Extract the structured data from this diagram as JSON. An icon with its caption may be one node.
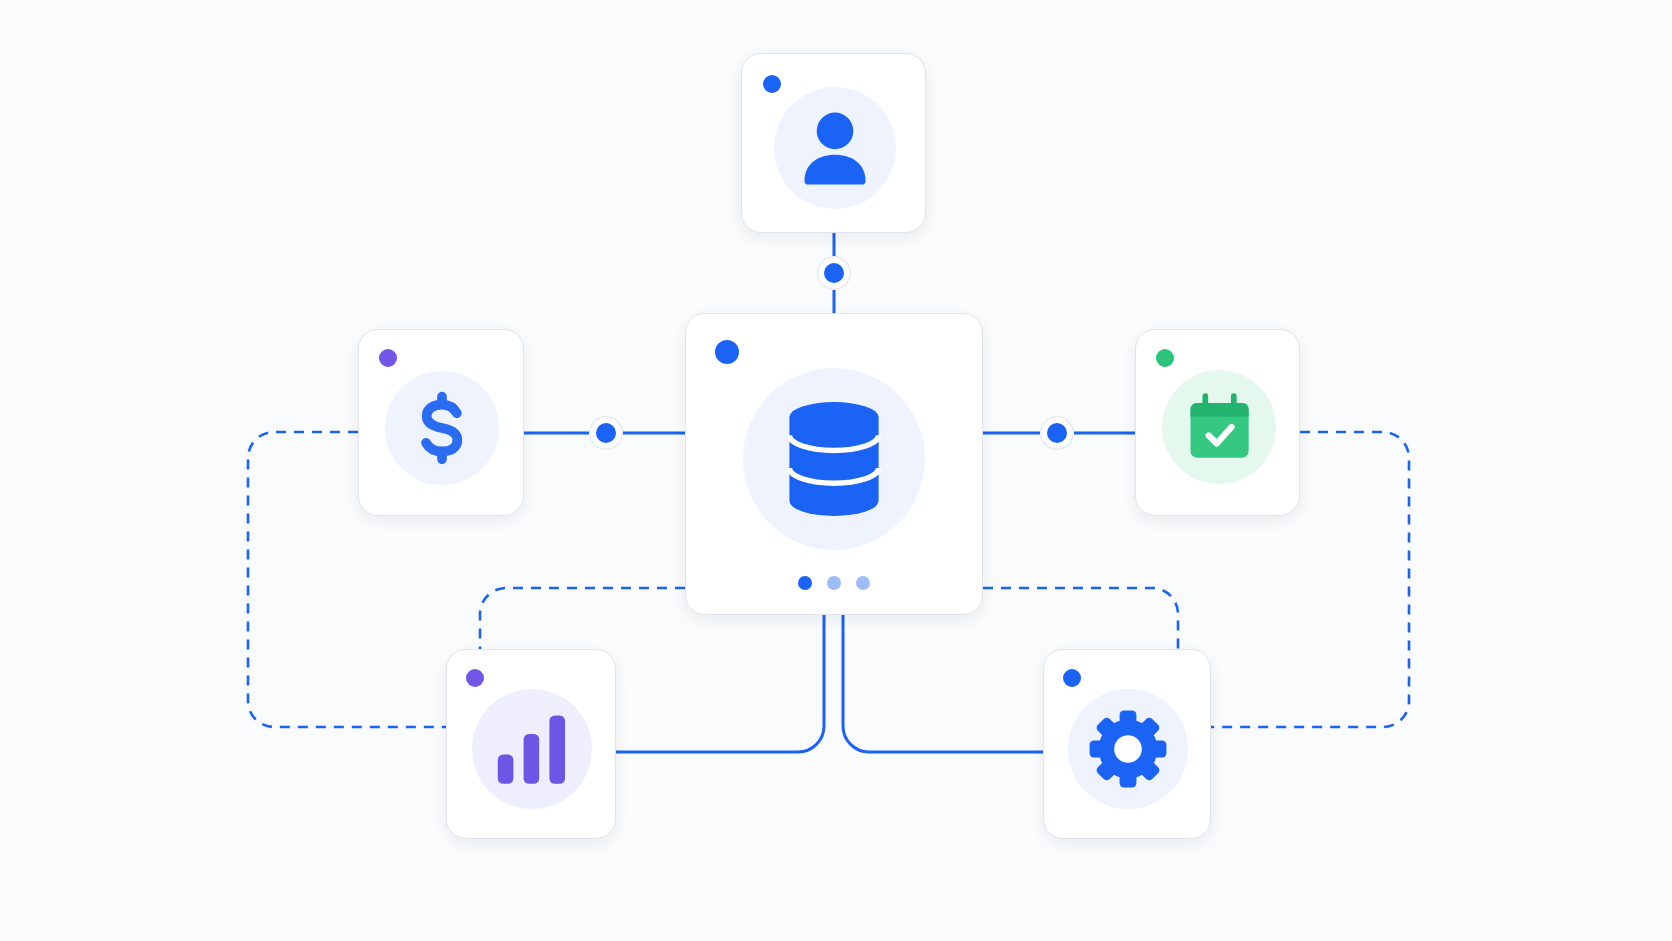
{
  "diagram": {
    "nodes": [
      {
        "text": [],
        "shape": "box"
      },
      {
        "text": [],
        "shape": "circle"
      },
      {
        "text": [],
        "shape": "box"
      },
      {
        "text": [],
        "shape": "circle"
      },
      {
        "text": [],
        "shape": "box"
      },
      {
        "text": [],
        "shape": "circle"
      },
      {
        "text": [],
        "shape": "box"
      },
      {
        "text": [],
        "shape": "box"
      },
      {
        "text": [],
        "shape": "box"
      }
    ],
    "edges": [
      {
        "from": 0,
        "to": 1,
        "arrow": "none"
      },
      {
        "from": 1,
        "to": 4,
        "arrow": "none"
      },
      {
        "from": 2,
        "to": 3,
        "arrow": "none"
      },
      {
        "from": 3,
        "to": 4,
        "arrow": "none"
      },
      {
        "from": 4,
        "to": 5,
        "arrow": "none"
      },
      {
        "from": 5,
        "to": 6,
        "arrow": "none"
      },
      {
        "from": 4,
        "to": 7,
        "arrow": "none"
      },
      {
        "from": 4,
        "to": 8,
        "arrow": "none"
      },
      {
        "from": 2,
        "to": 7,
        "arrow": "none",
        "style": "dashed"
      },
      {
        "from": 4,
        "to": 7,
        "arrow": "none",
        "style": "dashed"
      },
      {
        "from": 4,
        "to": 8,
        "arrow": "none",
        "style": "dashed"
      },
      {
        "from": 6,
        "to": 8,
        "arrow": "none",
        "style": "dashed"
      }
    ]
  }
}
